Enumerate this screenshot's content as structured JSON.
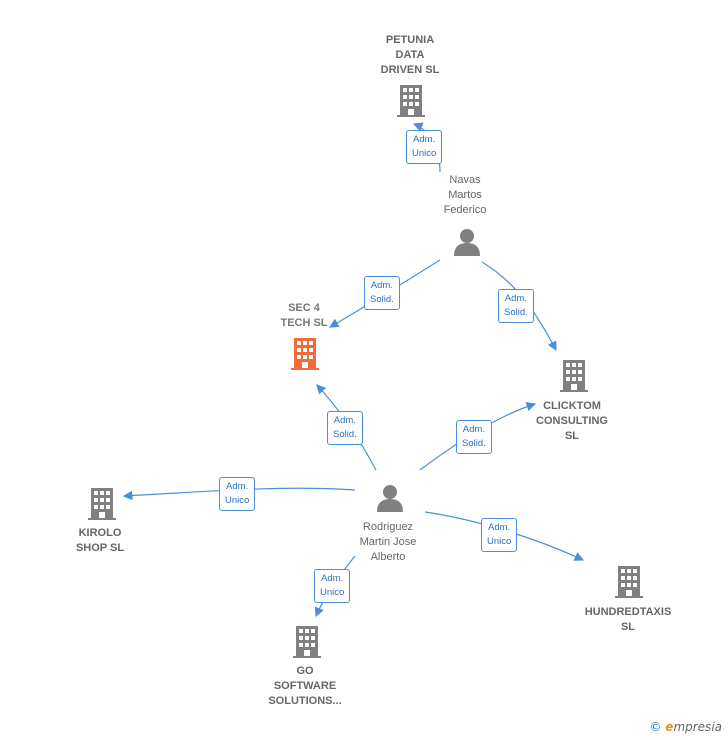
{
  "nodes": {
    "petunia": {
      "label": "PETUNIA\nDATA\nDRIVEN  SL",
      "type": "company"
    },
    "navas": {
      "label": "Navas\nMartos\nFederico",
      "type": "person"
    },
    "sec4": {
      "label": "SEC 4\nTECH  SL",
      "type": "company-main"
    },
    "clicktom": {
      "label": "CLICKTOM\nCONSULTING\nSL",
      "type": "company"
    },
    "rodriguez": {
      "label": "Rodriguez\nMartin Jose\nAlberto",
      "type": "person"
    },
    "kirolo": {
      "label": "KIROLO\nSHOP  SL",
      "type": "company"
    },
    "hundredtaxis": {
      "label": "HUNDREDTAXIS\nSL",
      "type": "company"
    },
    "go": {
      "label": "GO\nSOFTWARE\nSOLUTIONS...",
      "type": "company"
    }
  },
  "edges": {
    "navas_petunia": "Adm.\nUnico",
    "navas_sec4": "Adm.\nSolid.",
    "navas_clicktom": "Adm.\nSolid.",
    "rod_sec4": "Adm.\nSolid.",
    "rod_clicktom": "Adm.\nSolid.",
    "rod_kirolo": "Adm.\nUnico",
    "rod_hundred": "Adm.\nUnico",
    "rod_go": "Adm.\nUnico"
  },
  "colors": {
    "edge": "#4a90d9",
    "company": "#808080",
    "main": "#f26b3a",
    "person": "#808080"
  },
  "footer": {
    "copyright": "©",
    "brand_e": "e",
    "brand_rest": "mpresia"
  }
}
